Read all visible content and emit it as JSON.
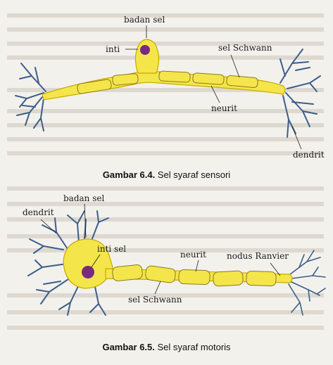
{
  "figure_top": {
    "labels": {
      "badan_sel": "badan sel",
      "inti": "inti",
      "sel_schwann": "sel Schwann",
      "neurit": "neurit",
      "dendrit": "dendrit"
    },
    "caption_number": "Gambar 6.4.",
    "caption_text": " Sel syaraf sensori"
  },
  "figure_bottom": {
    "labels": {
      "dendrit": "dendrit",
      "badan_sel": "badan sel",
      "inti_sel": "inti sel",
      "neurit": "neurit",
      "nodus_ranvier": "nodus Ranvier",
      "sel_schwann": "sel Schwann"
    },
    "caption_number": "Gambar 6.5.",
    "caption_text": " Sel syaraf motoris"
  },
  "colors": {
    "axon_fill": "#f4e64a",
    "axon_stroke": "#c9a800",
    "dendrite": "#3d5d8a",
    "nucleus": "#7a2a7e"
  }
}
